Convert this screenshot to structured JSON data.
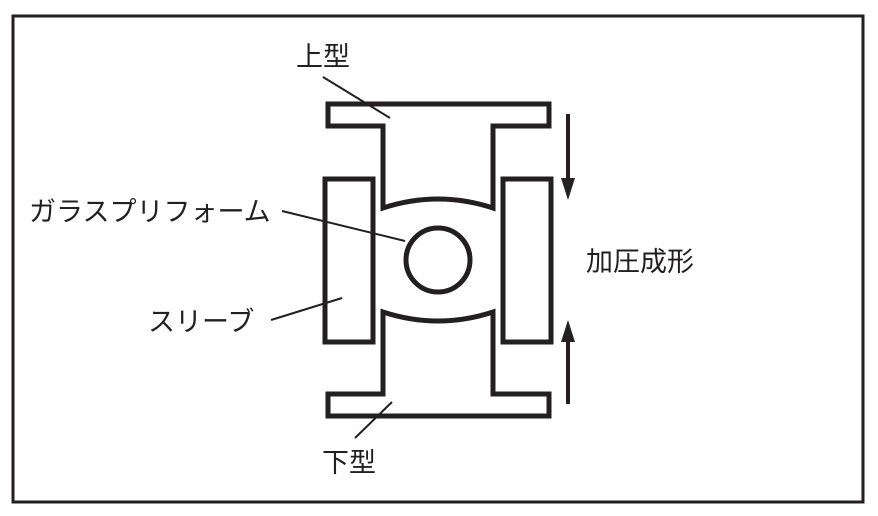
{
  "labels": {
    "upper_mold": "上型",
    "lower_mold": "下型",
    "glass_preform": "ガラスプリフォーム",
    "sleeve": "スリーブ",
    "press_molding": "加圧成形"
  },
  "colors": {
    "line": "#231f20",
    "background": "#ffffff"
  }
}
